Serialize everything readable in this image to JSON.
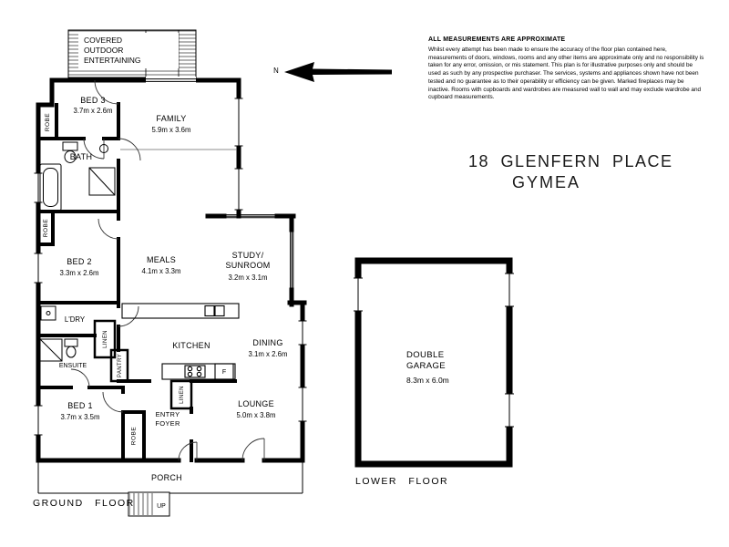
{
  "disclaimer": {
    "heading": "ALL MEASUREMENTS ARE APPROXIMATE",
    "body": "Whilst every attempt has been made to ensure the accuracy of the floor plan contained here, measurements of doors, windows, rooms and any other items are approximate only and no responsibility is taken for any error, omission, or mis statement. This plan is for illustrative purposes only and should be used as such by any prospective purchaser. The services, systems and appliances shown have not been tested and no guarantee as to their operability or efficiency can be given. Marked fireplaces may be inactive. Rooms with cupboards and wardrobes are measured wall to wall and may exclude wardrobe and cupboard measurements."
  },
  "address": {
    "line1": "18 GLENFERN PLACE",
    "line2": "GYMEA"
  },
  "floor_labels": {
    "ground": "GROUND FLOOR",
    "lower": "LOWER FLOOR"
  },
  "north": {
    "label": "N"
  },
  "rooms": {
    "outdoor": {
      "lines": [
        "COVERED",
        "OUTDOOR",
        "ENTERTAINING"
      ]
    },
    "bed3": {
      "name": "BED 3",
      "dims": "3.7m x 2.6m"
    },
    "robe_bed3": {
      "name": "ROBE"
    },
    "family": {
      "name": "FAMILY",
      "dims": "5.9m x 3.6m"
    },
    "bath": {
      "name": "BATH"
    },
    "robe_bed2": {
      "name": "ROBE"
    },
    "bed2": {
      "name": "BED 2",
      "dims": "3.3m x 2.6m"
    },
    "meals": {
      "name": "MEALS",
      "dims": "4.1m x 3.3m"
    },
    "study": {
      "lines": [
        "STUDY/",
        "SUNROOM"
      ],
      "dims": "3.2m x 3.1m"
    },
    "ldry": {
      "name": "L'DRY"
    },
    "linen_hall": {
      "name": "LINEN"
    },
    "ensuite": {
      "name": "ENSUITE"
    },
    "pantry": {
      "name": "PANTRY"
    },
    "kitchen": {
      "name": "KITCHEN"
    },
    "fridge": {
      "name": "F"
    },
    "dining": {
      "name": "DINING",
      "dims": "3.1m x 2.6m"
    },
    "bed1": {
      "name": "BED 1",
      "dims": "3.7m x 3.5m"
    },
    "robe_bed1": {
      "name": "ROBE"
    },
    "linen_entry": {
      "name": "LINEN"
    },
    "entry": {
      "lines": [
        "ENTRY",
        "FOYER"
      ]
    },
    "lounge": {
      "name": "LOUNGE",
      "dims": "5.0m x 3.8m"
    },
    "porch": {
      "name": "PORCH"
    },
    "stairs": {
      "name": "UP"
    },
    "garage": {
      "lines": [
        "DOUBLE",
        "GARAGE"
      ],
      "dims": "8.3m x 6.0m"
    }
  }
}
